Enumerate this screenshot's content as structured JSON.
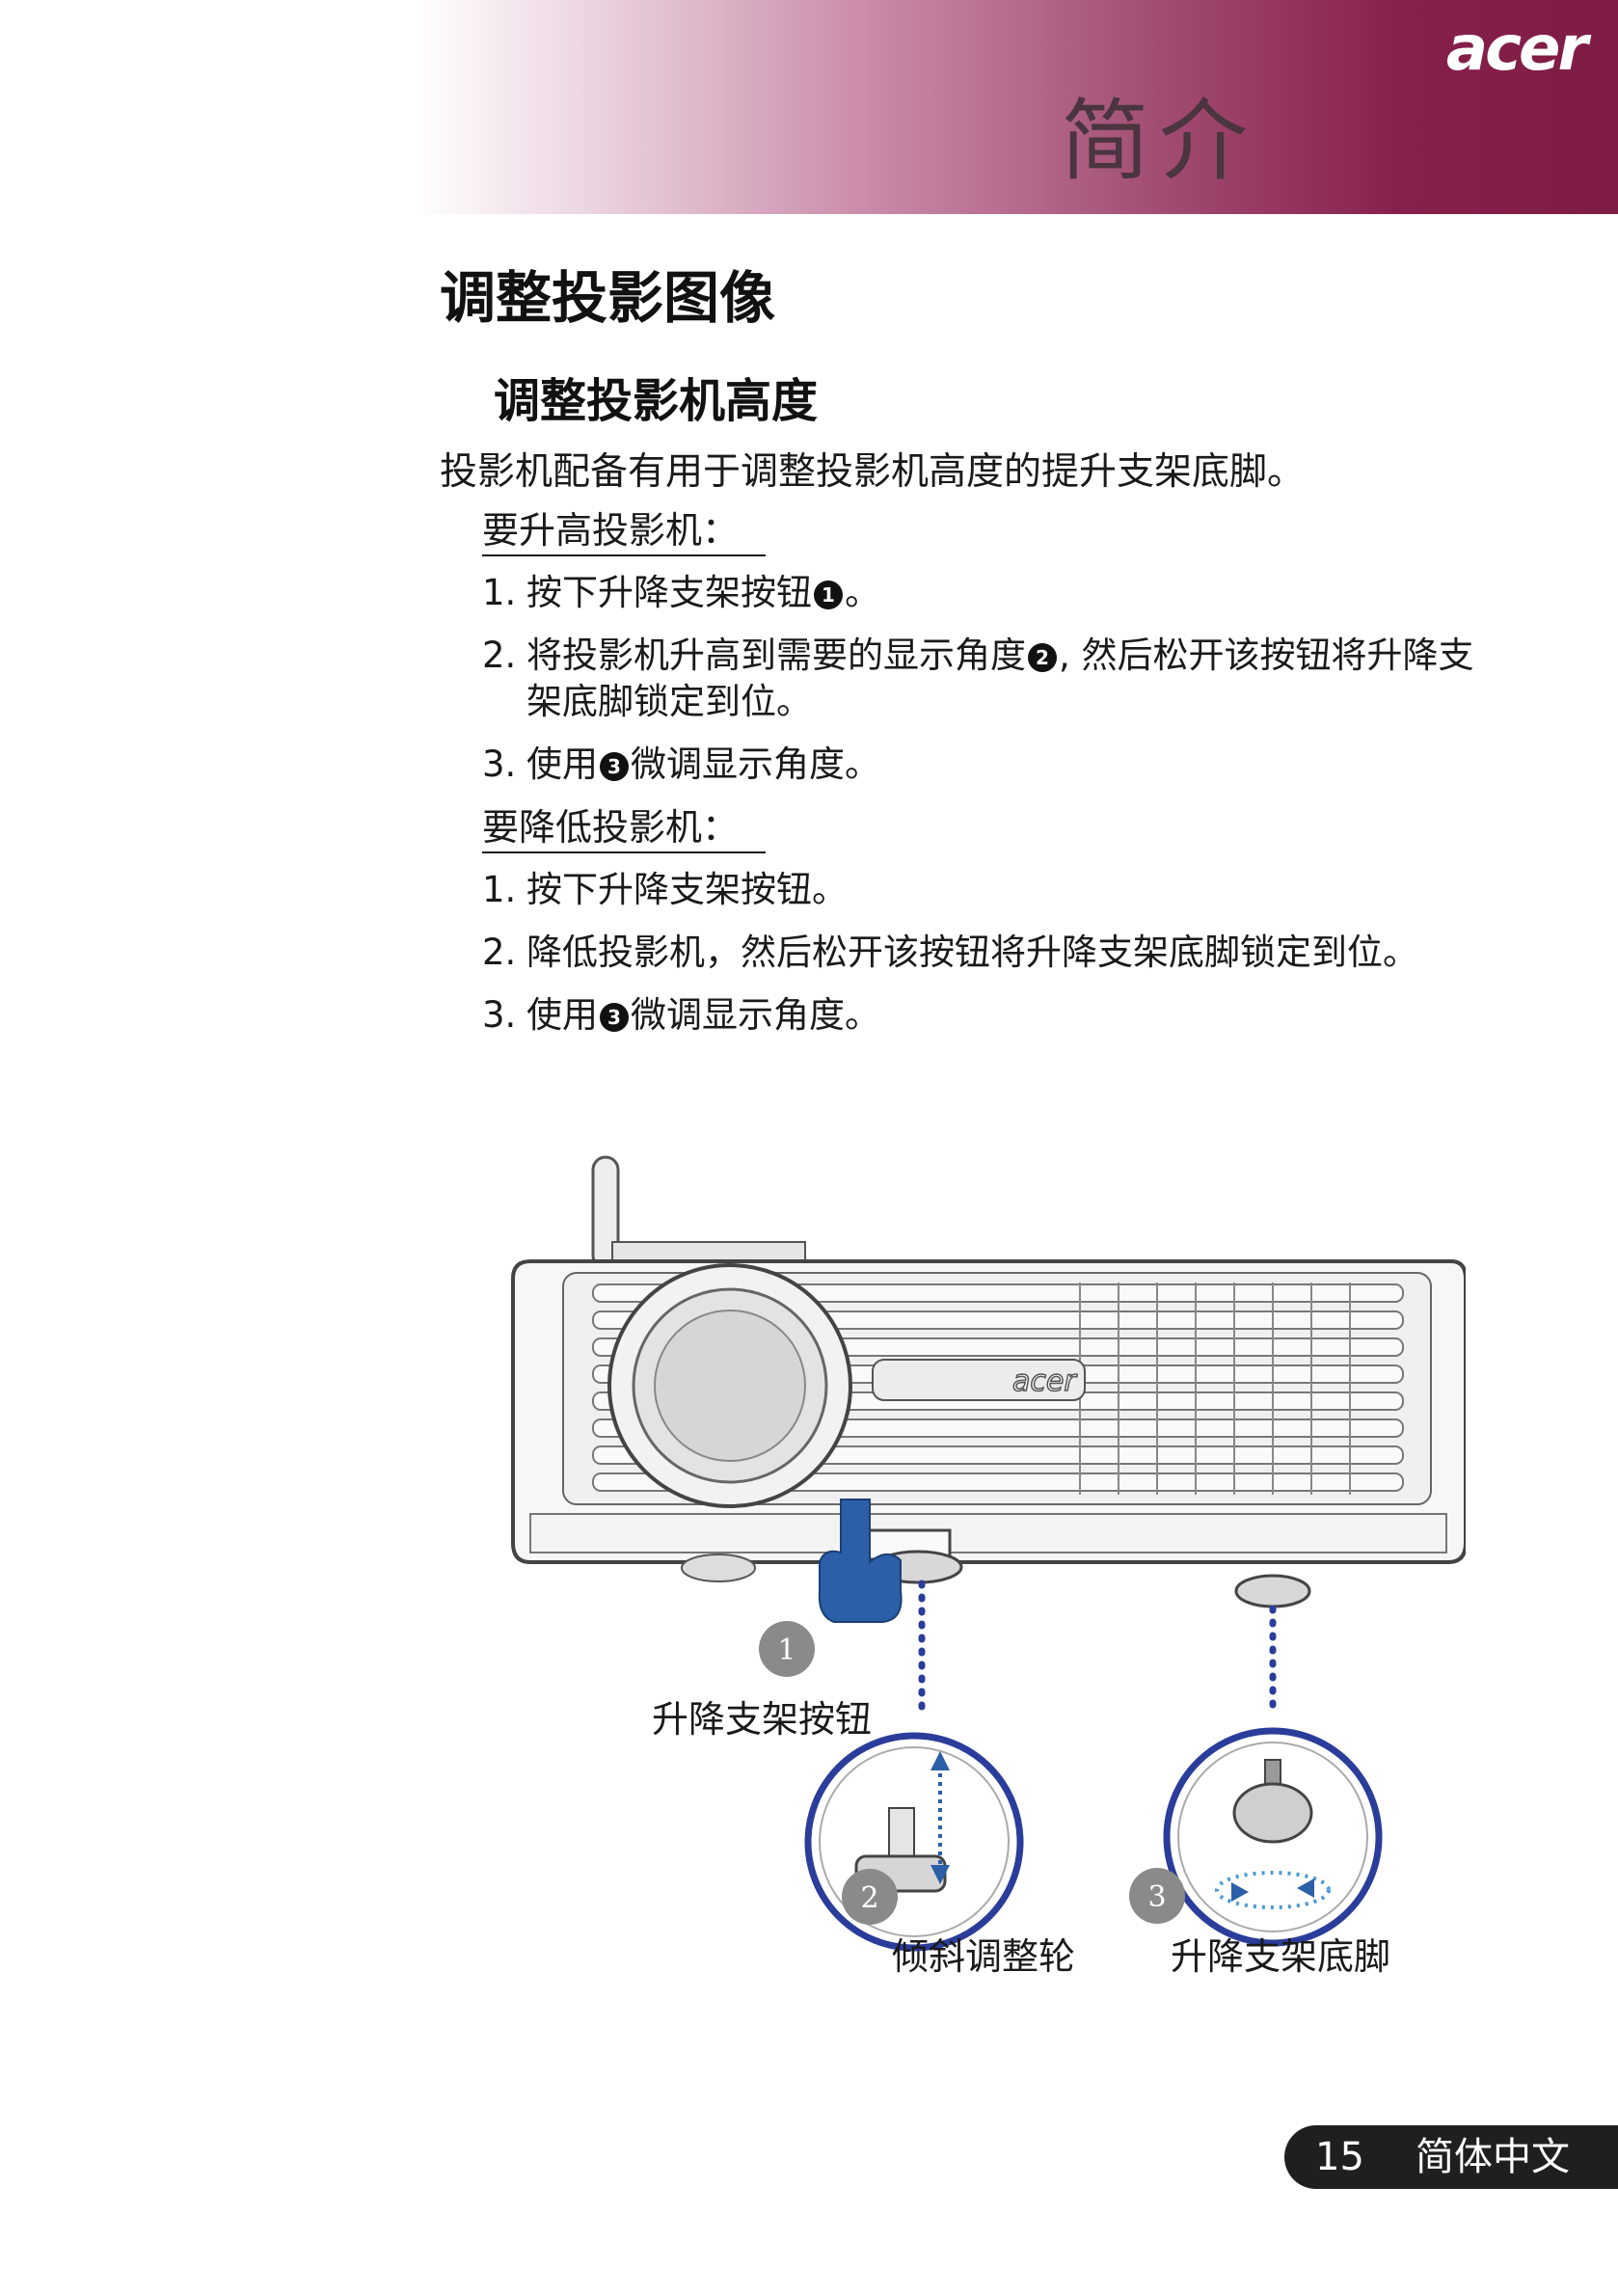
{
  "header": {
    "brand": "acer",
    "chapter_title": "简介"
  },
  "section_title": "调整投影图像",
  "subsection_title": "调整投影机高度",
  "intro": "投影机配备有用于调整投影机高度的提升支架底脚。",
  "raise": {
    "heading": "要升高投影机：",
    "steps": [
      {
        "num": "1.",
        "pre": "按下升降支架按钮",
        "marker": "1",
        "post": "。"
      },
      {
        "num": "2.",
        "pre": "将投影机升高到需要的显示角度",
        "marker": "2",
        "post": ", 然后松开该按钮将升降支",
        "cont": "架底脚锁定到位。"
      },
      {
        "num": "3.",
        "pre": "使用",
        "marker": "3",
        "post": "微调显示角度。"
      }
    ]
  },
  "lower": {
    "heading": "要降低投影机：",
    "steps": [
      {
        "num": "1.",
        "text": "按下升降支架按钮。"
      },
      {
        "num": "2.",
        "text": "降低投影机，然后松开该按钮将升降支架底脚锁定到位。"
      },
      {
        "num": "3.",
        "pre": "使用",
        "marker": "3",
        "post": "微调显示角度。"
      }
    ]
  },
  "figure": {
    "callouts": [
      {
        "num": "1",
        "label": "升降支架按钮"
      },
      {
        "num": "2",
        "label": "倾斜调整轮"
      },
      {
        "num": "3",
        "label": "升降支架底脚"
      }
    ],
    "projector_brand": "acer"
  },
  "footer": {
    "page_number": "15",
    "language": "简体中文"
  },
  "colors": {
    "header_accent": "#7e1c45",
    "callout_gray": "#8a8a8a",
    "highlight_blue": "#2b5fa8"
  }
}
